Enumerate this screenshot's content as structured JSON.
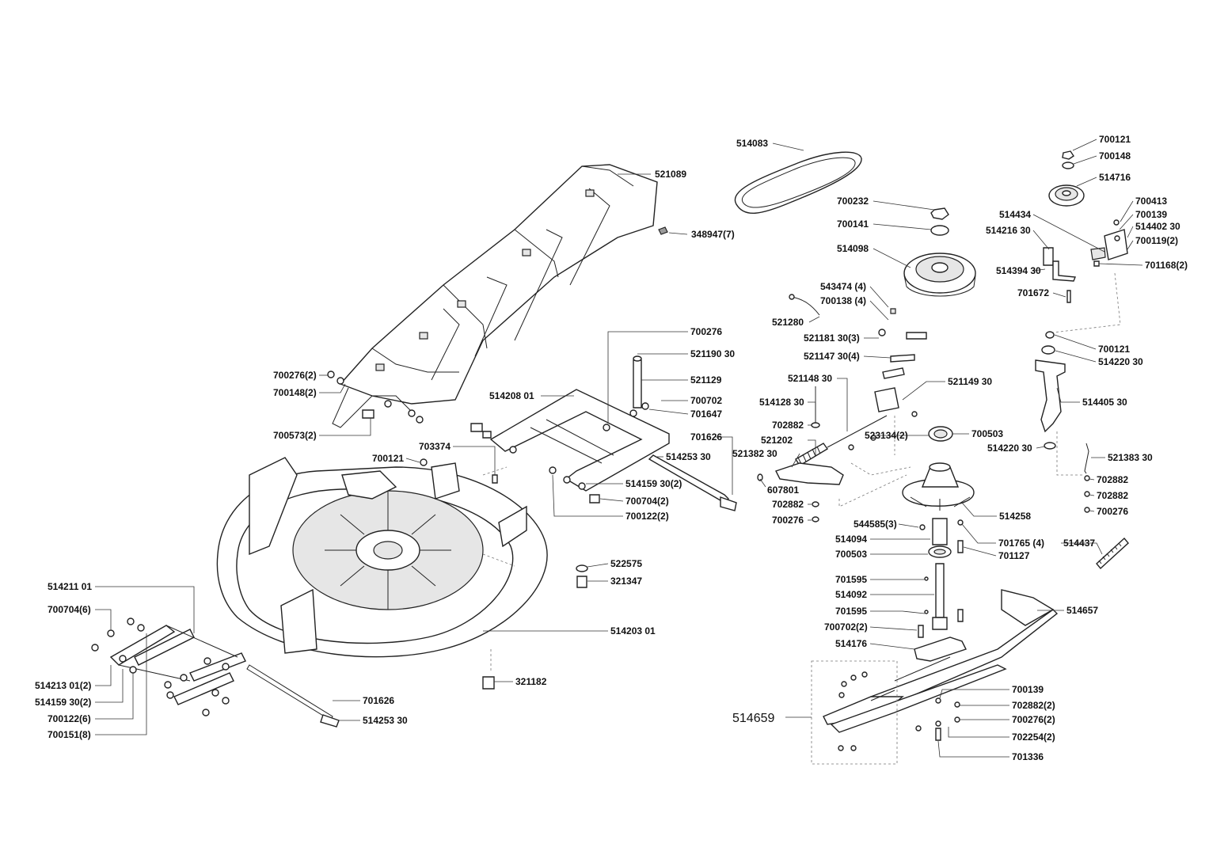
{
  "labels": {
    "l514083": "514083",
    "l521089": "521089",
    "l348947": "348947(7)",
    "l700276_2a": "700276(2)",
    "l700148_2a": "700148(2)",
    "l700573": "700573(2)",
    "l700232": "700232",
    "l700141": "700141",
    "l514098": "514098",
    "l543474": "543474 (4)",
    "l700138": "700138 (4)",
    "l521280": "521280",
    "l521181": "521181 30(3)",
    "l521147": "521147 30(4)",
    "l521148": "521148 30",
    "l521149": "521149 30",
    "l514128": "514128 30",
    "l702882a": "702882",
    "l521202": "521202",
    "l521382": "521382 30",
    "l607801": "607801",
    "l702882b": "702882",
    "l700276a": "700276",
    "l523134": "523134(2)",
    "l700503a": "700503",
    "l514258": "514258",
    "l544585": "544585(3)",
    "l514094": "514094",
    "l700503b": "700503",
    "l701765": "701765 (4)",
    "l701127": "701127",
    "l701595a": "701595",
    "l514092": "514092",
    "l701595b": "701595",
    "l700702_2": "700702(2)",
    "l514176": "514176",
    "l514657": "514657",
    "l514659": "514659",
    "l700139b": "700139",
    "l702882_2": "702882(2)",
    "l700276_2b": "700276(2)",
    "l702254": "702254(2)",
    "l701336": "701336",
    "l700121a": "700121",
    "l700148a": "700148",
    "l514716": "514716",
    "l700413": "700413",
    "l700139a": "700139",
    "l514434": "514434",
    "l514402": "514402 30",
    "l514216": "514216 30",
    "l700119": "700119(2)",
    "l514394": "514394 30",
    "l701168": "701168(2)",
    "l701672": "701672",
    "l700121b": "700121",
    "l514220a": "514220 30",
    "l514405": "514405 30",
    "l514220b": "514220 30",
    "l521383": "521383 30",
    "l702882c": "702882",
    "l702882d": "702882",
    "l700276c": "700276",
    "l514437": "514437",
    "l700276b": "700276",
    "l521190": "521190 30",
    "l521129": "521129",
    "l514208": "514208 01",
    "l700702": "700702",
    "l701647": "701647",
    "l701626a": "701626",
    "l514253a": "514253 30",
    "l703374": "703374",
    "l700121c": "700121",
    "l514159_2": "514159 30(2)",
    "l700704_2": "700704(2)",
    "l700122_2": "700122(2)",
    "l522575": "522575",
    "l321347": "321347",
    "l514203": "514203 01",
    "l321182": "321182",
    "l514211": "514211 01",
    "l700704_6": "700704(6)",
    "l514213": "514213 01(2)",
    "l514159_2b": "514159 30(2)",
    "l700122_6": "700122(6)",
    "l700151": "700151(8)",
    "l701626b": "701626",
    "l514253b": "514253 30"
  }
}
